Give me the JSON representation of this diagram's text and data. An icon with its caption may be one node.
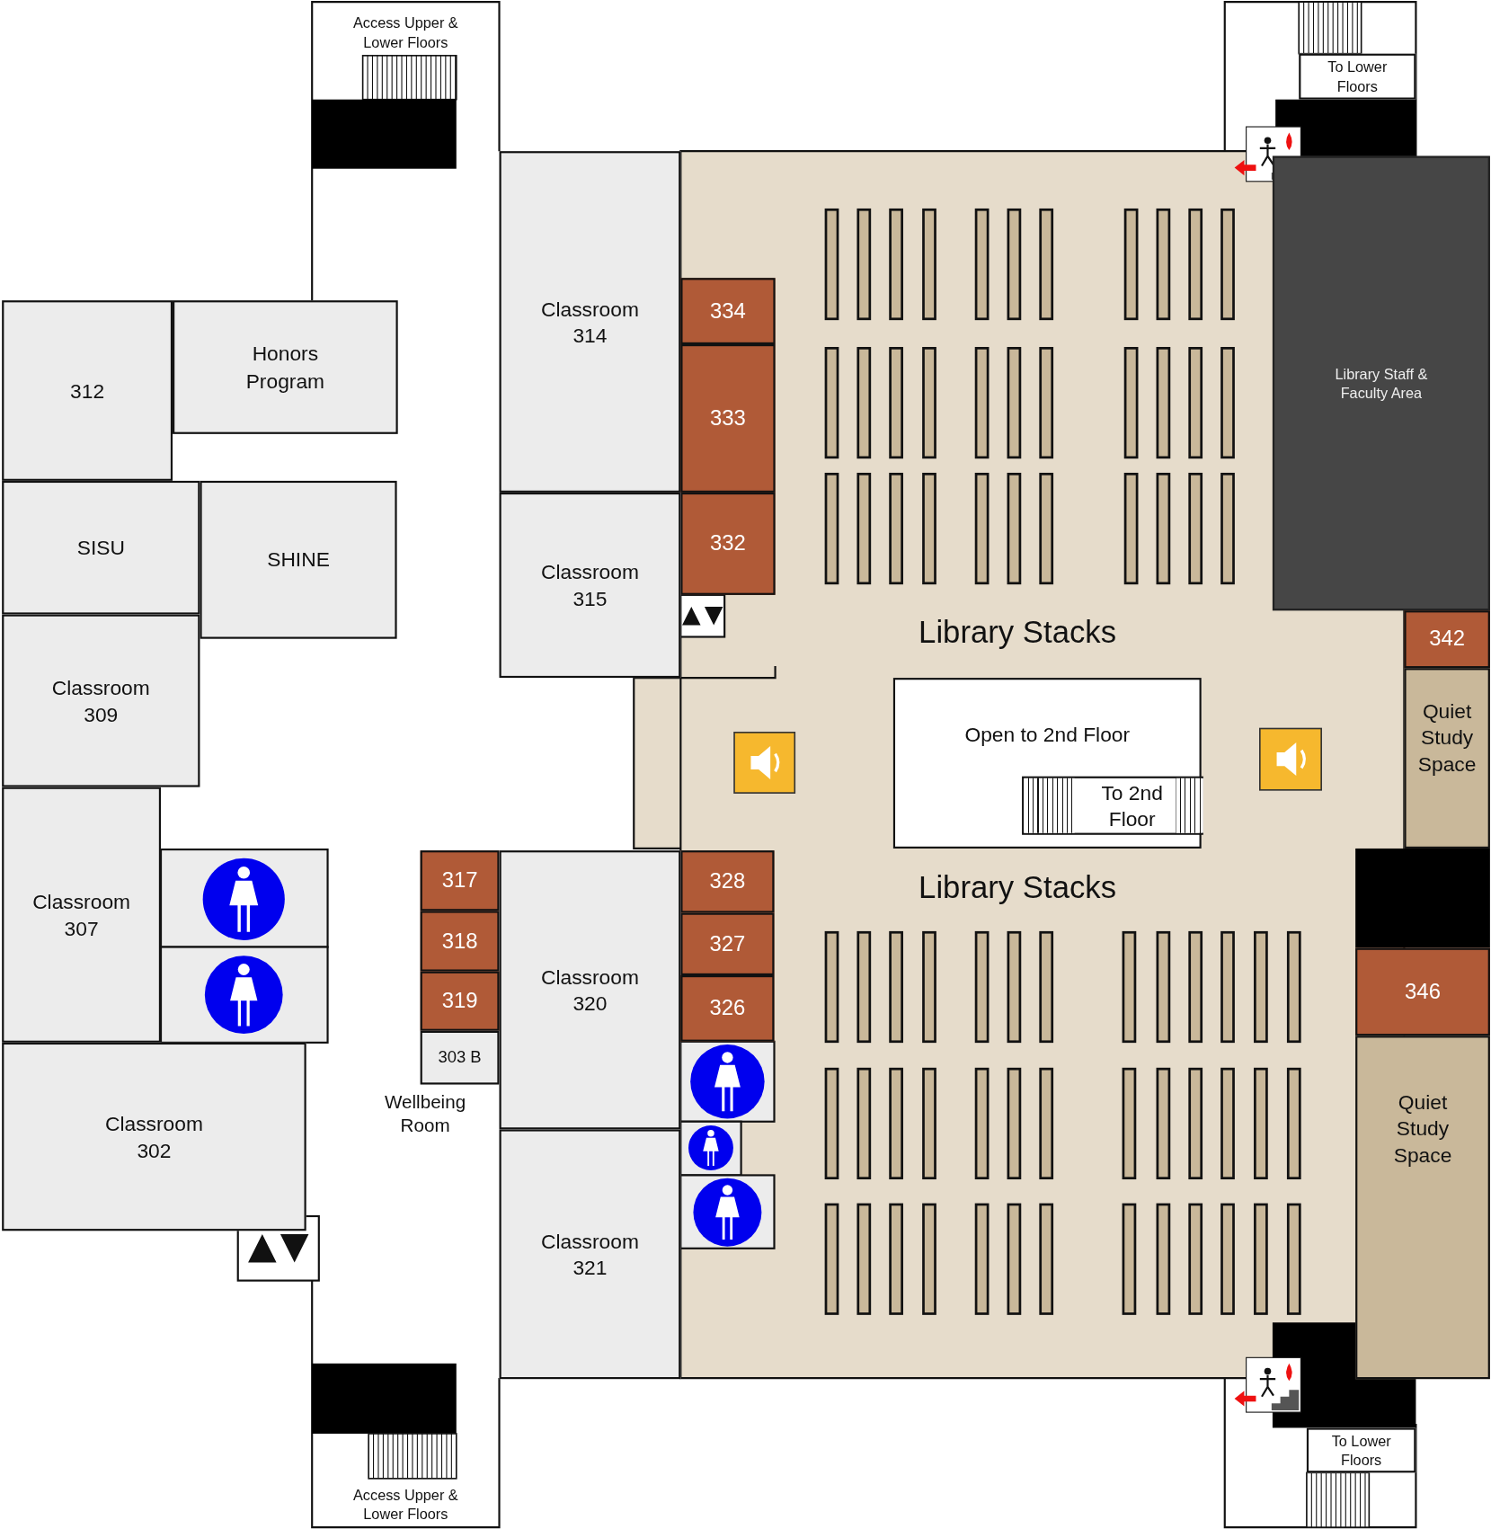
{
  "diagram": {
    "nodes": [
      {
        "text": [
          "Access Upper & Lower Floors"
        ]
      },
      {
        "text": [
          "To Lower Floors"
        ]
      },
      {
        "text": [
          "Classroom 314"
        ]
      },
      {
        "text": [
          "334"
        ]
      },
      {
        "text": [
          "333"
        ]
      },
      {
        "text": [
          "312"
        ]
      },
      {
        "text": [
          "Honors Program"
        ]
      },
      {
        "text": [
          "Library Staff & Faculty Area"
        ]
      },
      {
        "text": [
          "SISU"
        ]
      },
      {
        "text": [
          "SHINE"
        ]
      },
      {
        "text": [
          "332"
        ]
      },
      {
        "text": [
          "Classroom 315"
        ]
      },
      {
        "text": [
          "342"
        ]
      },
      {
        "text": [
          "Classroom 309"
        ]
      },
      {
        "text": [
          "Open to 2nd Floor"
        ]
      },
      {
        "text": [
          "To 2nd Floor"
        ],
        "in": 14
      },
      {
        "text": [
          "Quiet Study Space"
        ]
      },
      {
        "text": [
          "Classroom 307"
        ]
      },
      {
        "text": [
          "317"
        ]
      },
      {
        "text": [
          "328"
        ]
      },
      {
        "text": [
          "318"
        ]
      },
      {
        "text": [
          "327"
        ]
      },
      {
        "text": [
          "Classroom 320"
        ]
      },
      {
        "text": [
          "319"
        ]
      },
      {
        "text": [
          "326"
        ]
      },
      {
        "text": [
          "346"
        ]
      },
      {
        "text": [
          "303 B"
        ],
        "beside": [
          "Wellbeing Room"
        ]
      },
      {
        "text": [
          "Classroom 302"
        ]
      },
      {
        "text": [
          "Quiet Study Space"
        ]
      },
      {
        "text": [
          "Classroom 321"
        ]
      },
      {
        "text": [
          "Access Upper & Lower Floors"
        ]
      },
      {
        "text": [
          "To Lower Floors"
        ]
      }
    ],
    "labels": [
      "Library Stacks",
      "Library Stacks"
    ]
  }
}
